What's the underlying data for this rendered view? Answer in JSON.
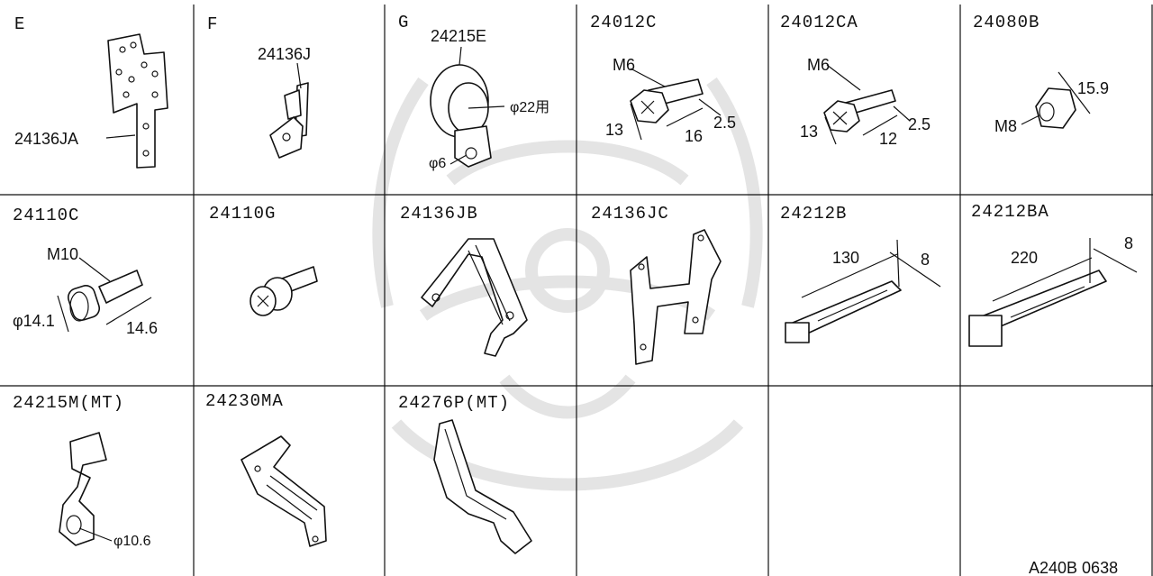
{
  "watermark": {
    "icon": "kabuto-crest-watermark-icon",
    "color": "#e4e4e4"
  },
  "cells": [
    {
      "label": "E",
      "parts": [
        {
          "number": "24136JA"
        }
      ]
    },
    {
      "label": "F",
      "parts": [
        {
          "number": "24136J"
        }
      ]
    },
    {
      "label": "G",
      "parts": [
        {
          "number": "24215E"
        }
      ],
      "dims": [
        "φ22用",
        "φ6"
      ]
    },
    {
      "label": "24012C",
      "dims": [
        "M6",
        "13",
        "16",
        "2.5"
      ]
    },
    {
      "label": "24012CA",
      "dims": [
        "M6",
        "13",
        "12",
        "2.5"
      ]
    },
    {
      "label": "24080B",
      "dims": [
        "15.9",
        "M8"
      ]
    },
    {
      "label": "24110C",
      "dims": [
        "M10",
        "φ14.1",
        "14.6"
      ]
    },
    {
      "label": "24110G"
    },
    {
      "label": "24136JB"
    },
    {
      "label": "24136JC"
    },
    {
      "label": "24212B",
      "dims": [
        "130",
        "8"
      ]
    },
    {
      "label": "24212BA",
      "dims": [
        "220",
        "8"
      ]
    },
    {
      "label": "24215M(MT)",
      "dims": [
        "φ10.6"
      ]
    },
    {
      "label": "24230MA"
    },
    {
      "label": "24276P(MT)"
    },
    {
      "label": ""
    },
    {
      "label": ""
    }
  ],
  "footer": {
    "code": "A240B 0638"
  }
}
